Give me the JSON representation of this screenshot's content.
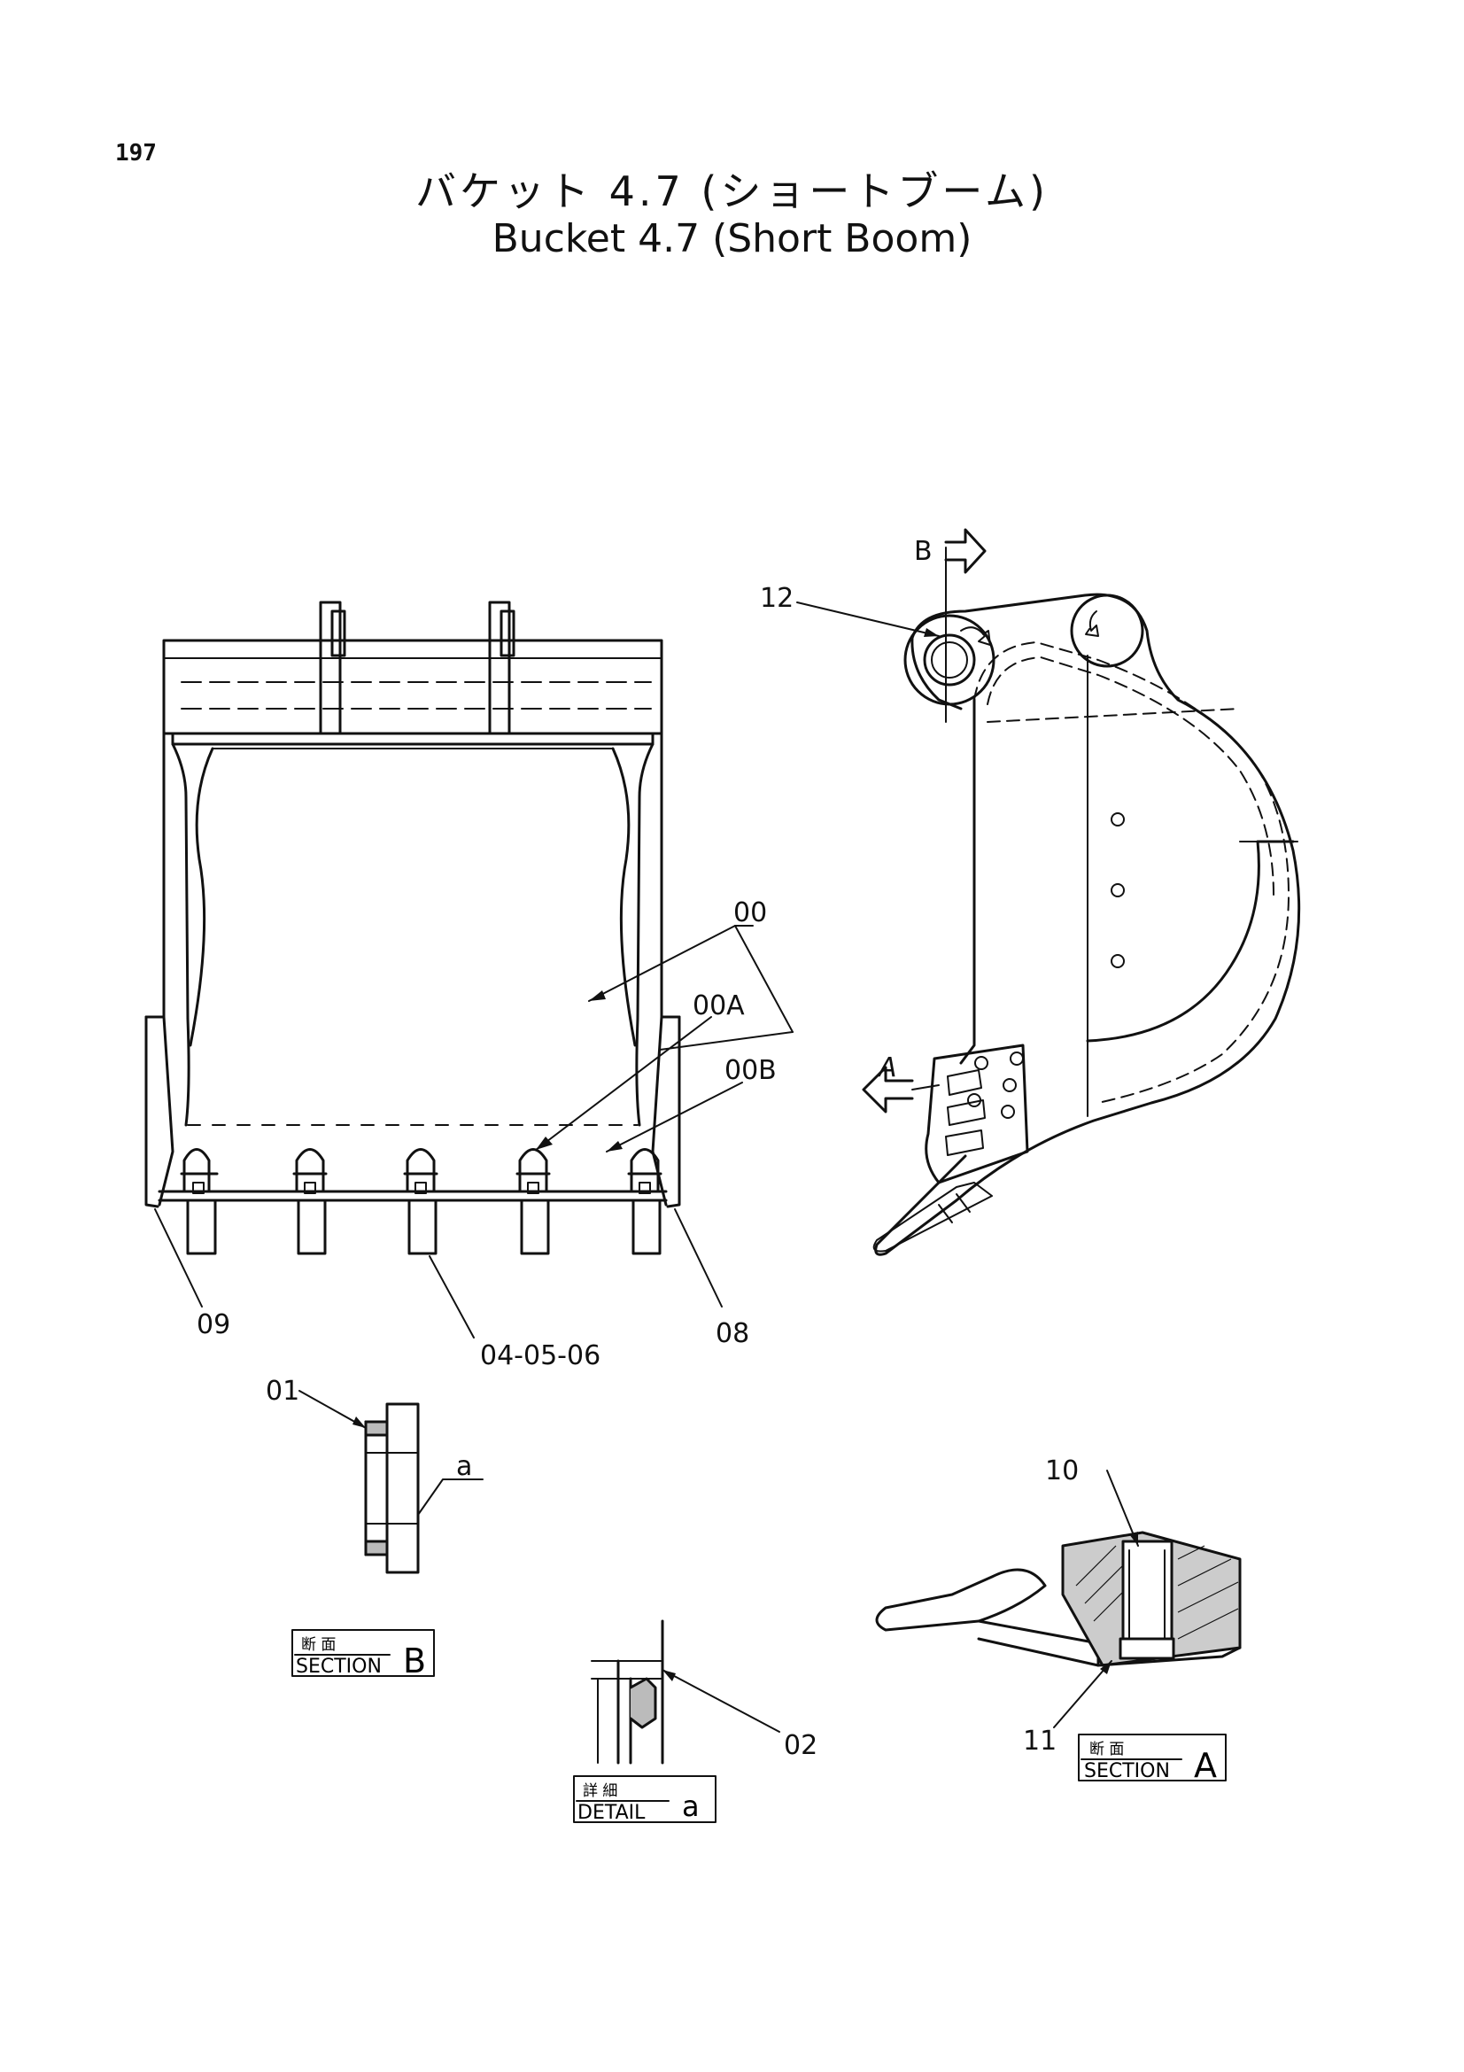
{
  "page": {
    "number": "197",
    "title_jp": "バケット 4.7 (ショートブーム)",
    "title_en": "Bucket 4.7 (Short Boom)"
  },
  "callouts": {
    "c00": "00",
    "c00a": "00A",
    "c00b": "00B",
    "c09": "09",
    "c08": "08",
    "c040506": "04-05-06",
    "c12": "12",
    "c01": "01",
    "ca": "a",
    "c02": "02",
    "c10": "10",
    "c11": "11",
    "arrow_b": "B",
    "arrow_a": "A"
  },
  "section_labels": {
    "section_b": {
      "jp": "断 面",
      "en": "SECTION",
      "letter": "B"
    },
    "detail_a": {
      "jp": "詳 細",
      "en": "DETAIL",
      "letter": "a"
    },
    "section_a": {
      "jp": "断 面",
      "en": "SECTION",
      "letter": "A"
    }
  }
}
